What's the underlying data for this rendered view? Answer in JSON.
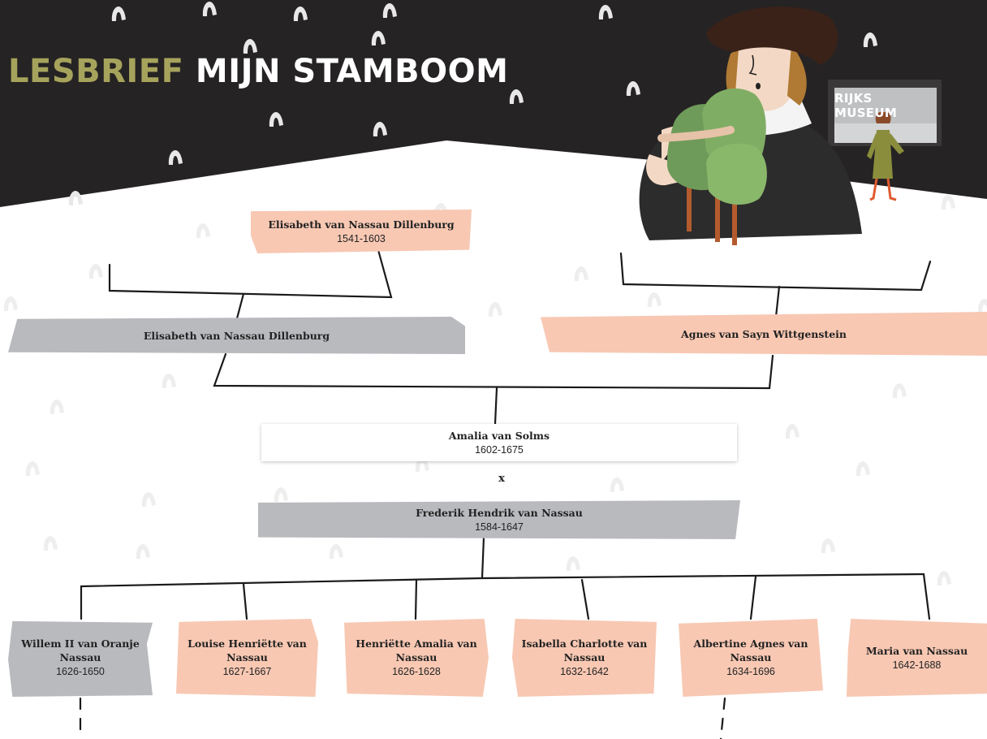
{
  "header": {
    "title_part1": "LESBRIEF",
    "title_part2": "MIJN STAMBOOM"
  },
  "illustration": {
    "museum_sign": "RIJKS MUSEUM"
  },
  "marriage_symbol": "x",
  "colors": {
    "dark_background": "#262324",
    "title_accent": "#a6a35c",
    "pink_box": "#f8c8b3",
    "grey_box": "#b9babe",
    "line": "#1a1a1a"
  },
  "tree": {
    "top_ancestor": {
      "name": "Elisabeth van Nassau Dillenburg",
      "years": "1541-1603"
    },
    "grandparent_left": {
      "name": "Elisabeth van Nassau Dillenburg",
      "years": ""
    },
    "grandparent_right": {
      "name": "Agnes van Sayn Wittgenstein",
      "years": ""
    },
    "mother": {
      "name": "Amalia van Solms",
      "years": "1602-1675"
    },
    "father": {
      "name": "Frederik Hendrik van Nassau",
      "years": "1584-1647"
    },
    "children": [
      {
        "name": "Willem II van Oranje Nassau",
        "years": "1626-1650",
        "color": "grey"
      },
      {
        "name": "Louise Henriëtte van Nassau",
        "years": "1627-1667",
        "color": "pink"
      },
      {
        "name": "Henriëtte Amalia van Nassau",
        "years": "1626-1628",
        "color": "pink"
      },
      {
        "name": "Isabella Charlotte van Nassau",
        "years": "1632-1642",
        "color": "pink"
      },
      {
        "name": "Albertine Agnes van Nassau",
        "years": "1634-1696",
        "color": "pink"
      },
      {
        "name": "Maria van Nassau",
        "years": "1642-1688",
        "color": "pink"
      }
    ]
  }
}
